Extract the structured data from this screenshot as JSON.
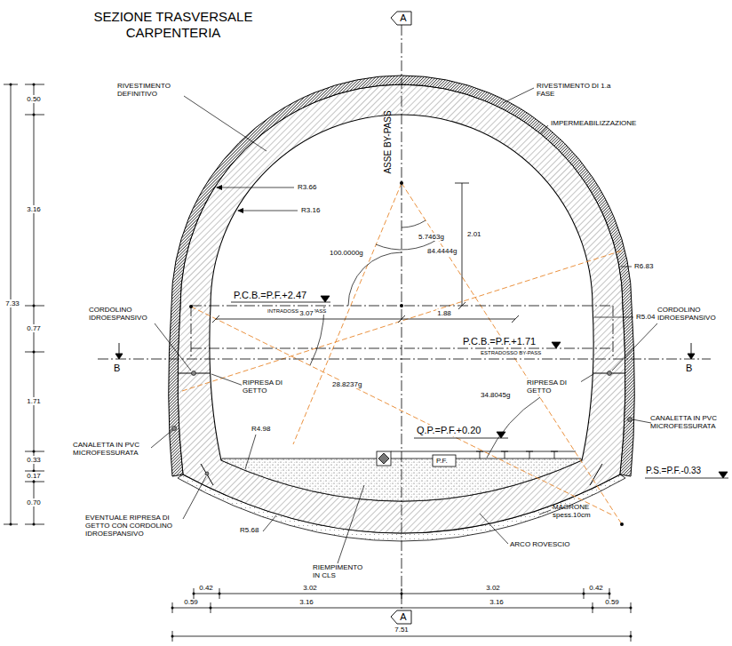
{
  "diagram": {
    "title": "SEZIONE TRASVERSALE CARPENTERIA",
    "labels": [
      "A",
      "ASSE BY-PASS",
      "RIVESTIMENTO DI 1.a FASE",
      "IMPERMEABILIZZAZIONE",
      "RIVESTIMENTO DEFINITIVO",
      "R3.66",
      "R3.16",
      "5.7463g",
      "2.01",
      "84.4444g",
      "100.0000g",
      "R6.83",
      "P.C.B.=P.F.+2.47",
      "INTRADOSSO BY-PASS",
      "R5.04",
      "3.07",
      "1.88",
      "CORDOLINO IDROESPANSIVO",
      "CORDOLINO IDROESPANSIVO",
      "P.C.B.=P.F.+1.71",
      "ESTRADOSSO BY-PASS",
      "B",
      "B",
      "28.8237g",
      "34.8045g",
      "RIPRESA DI GETTO",
      "RIPRESA DI GETTO",
      "R4.98",
      "CANALETTA IN PVC MICROFESSURATA",
      "CANALETTA IN PVC MICROFESSURATA",
      "Q.P.=P.F.+0.20",
      "P.F.",
      "P.S.=P.F.-0.33",
      "EVENTUALE RIPRESA DI GETTO CON CORDOLINO IDROESPANSIVO",
      "MAGRONE spess.10cm",
      "ARCO ROVESCIO",
      "R5.68",
      "RIEMPIMENTO IN CLS",
      "A",
      "0.50",
      "3.16",
      "7.33",
      "0.77",
      "1.71",
      "0.33",
      "0.17",
      "0.70",
      "0.42",
      "3.02",
      "3.02",
      "0.42",
      "0.59",
      "3.16",
      "3.16",
      "0.59",
      "7.51"
    ]
  }
}
